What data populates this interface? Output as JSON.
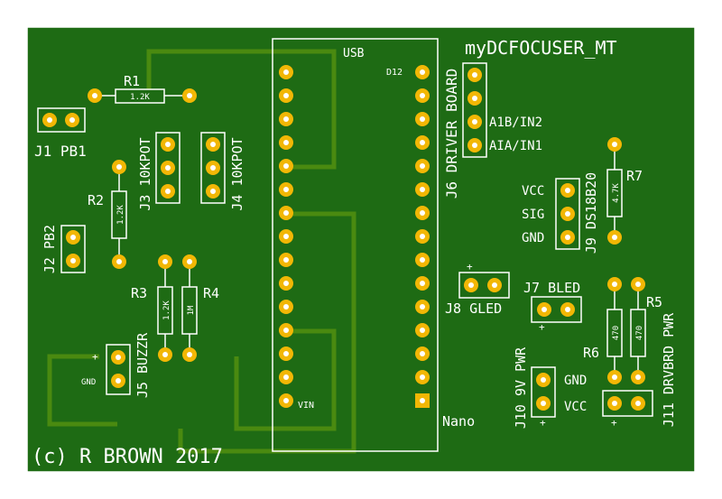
{
  "board": {
    "title": "myDCFOCUSER_MT",
    "copyright": "(c) R BROWN 2017",
    "colors": {
      "board": "#1e6b14",
      "edge": "#ffffff",
      "trace": "#4a8a10",
      "pad": "#f2b705",
      "hole": "#ffffff",
      "silk": "#ffffff"
    }
  },
  "nano": {
    "usb_label": "USB",
    "d12_label": "D12",
    "vin_label": "VIN",
    "name": "Nano"
  },
  "components": {
    "r1": {
      "ref": "R1",
      "value": "1.2K"
    },
    "r2": {
      "ref": "R2",
      "value": "1.2K"
    },
    "r3": {
      "ref": "R3",
      "value": "1.2K"
    },
    "r4": {
      "ref": "R4",
      "value": "1M"
    },
    "r5": {
      "ref": "R5",
      "value": "470"
    },
    "r6": {
      "ref": "R6",
      "value": "470"
    },
    "r7": {
      "ref": "R7",
      "value": "4.7K"
    }
  },
  "connectors": {
    "j1": "J1 PB1",
    "j2": "J2 PB2",
    "j3": "J3 10KPOT",
    "j4": "J4 10KPOT",
    "j5": "J5 BUZZR",
    "j6": "J6 DRIVER BOARD",
    "j7": "J7 BLED",
    "j8": "J8 GLED",
    "j9": "J9 DS18B20",
    "j10": "J10 9V PWR",
    "j11": "J11 DRVBRD PWR"
  },
  "pin_labels": {
    "a1b": "A1B/IN2",
    "aia": "AIA/IN1",
    "vcc": "VCC",
    "sig": "SIG",
    "gnd": "GND",
    "plus": "+",
    "j5_gnd": "GND"
  }
}
